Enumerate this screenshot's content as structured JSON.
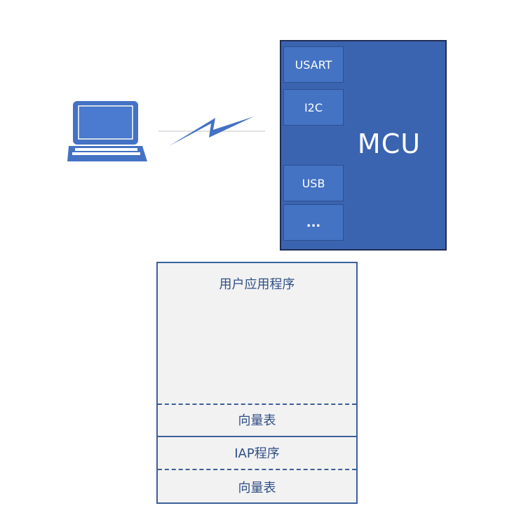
{
  "mcu": {
    "title": "MCU",
    "peripherals": [
      "USART",
      "I2C",
      "USB",
      "..."
    ]
  },
  "memory_map": {
    "segments": [
      {
        "label": "用户应用程序"
      },
      {
        "label": "向量表"
      },
      {
        "label": "IAP程序"
      },
      {
        "label": "向量表"
      }
    ]
  },
  "colors": {
    "laptop": "#4472c4",
    "mcu_fill": "#3b64b0",
    "peripheral_fill": "#4473c4",
    "memory_border": "#3b5f9a",
    "memory_fill": "#f2f2f2"
  },
  "icons": {
    "host": "laptop-icon",
    "link": "lightning-icon"
  }
}
